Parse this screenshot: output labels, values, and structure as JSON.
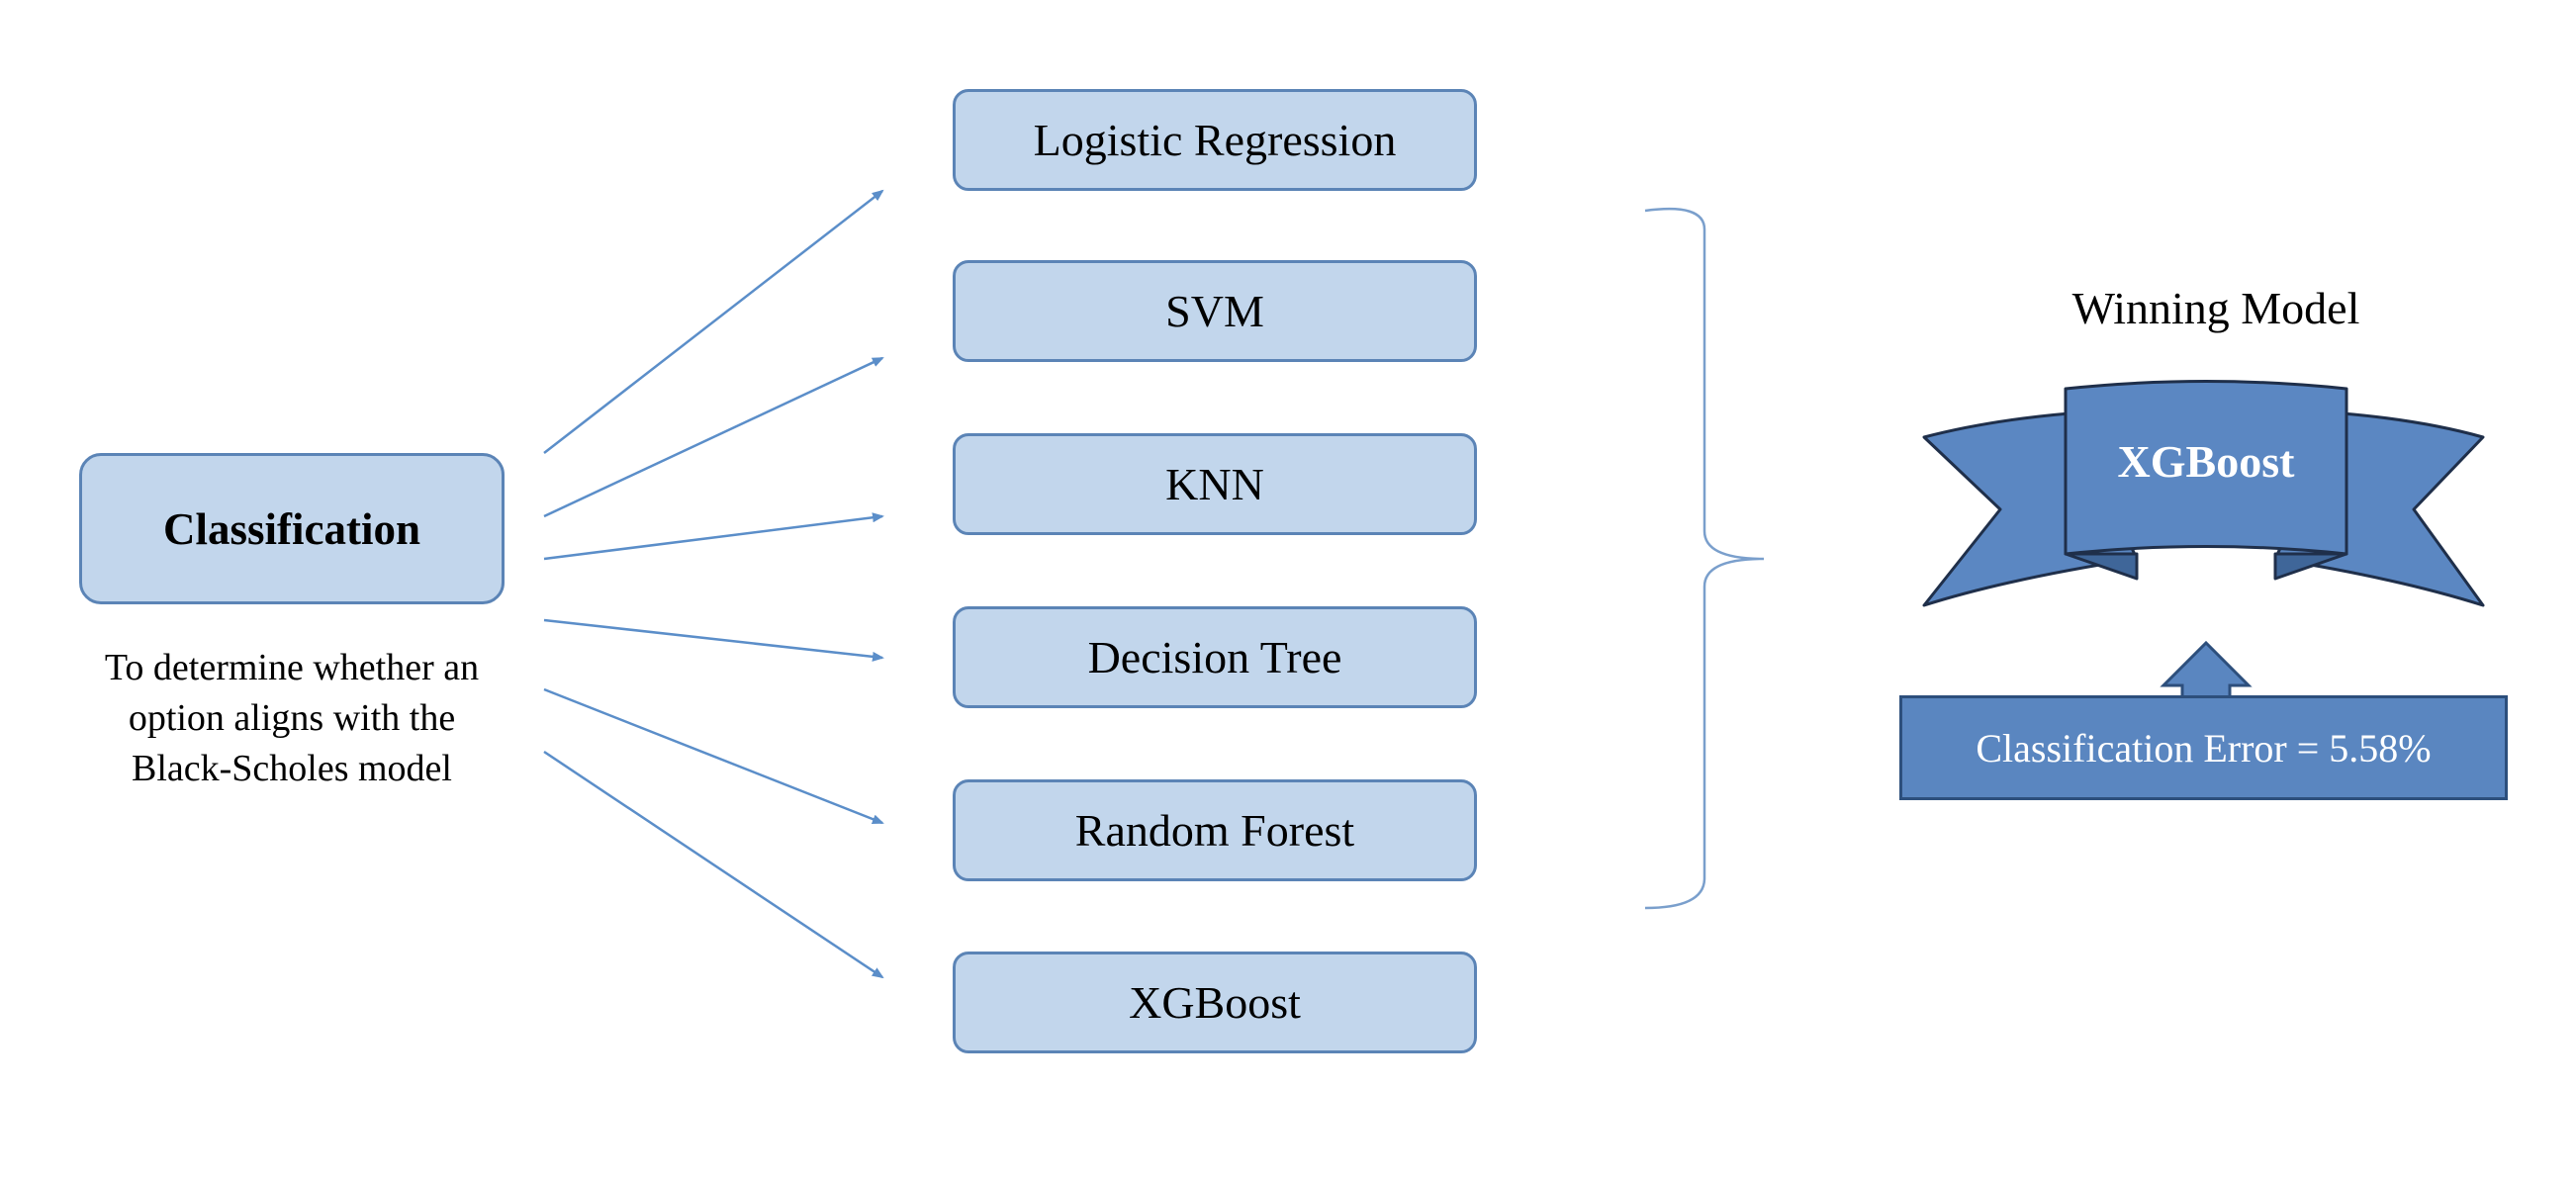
{
  "source": {
    "title": "Classification",
    "description": [
      "To determine whether an",
      "option aligns with the",
      "Black-Scholes model"
    ]
  },
  "models": [
    "Logistic Regression",
    "SVM",
    "KNN",
    "Decision Tree",
    "Random Forest",
    "XGBoost"
  ],
  "result": {
    "heading": "Winning Model",
    "winner": "XGBoost",
    "metric": "Classification Error = 5.58%"
  },
  "colors": {
    "box_fill": "#c2d6ec",
    "box_border": "#5b84b6",
    "arrow": "#5b8ec9",
    "ribbon": "#5b87c2",
    "ribbon_dark": "#3f6699",
    "outline": "#1f2f4a"
  }
}
